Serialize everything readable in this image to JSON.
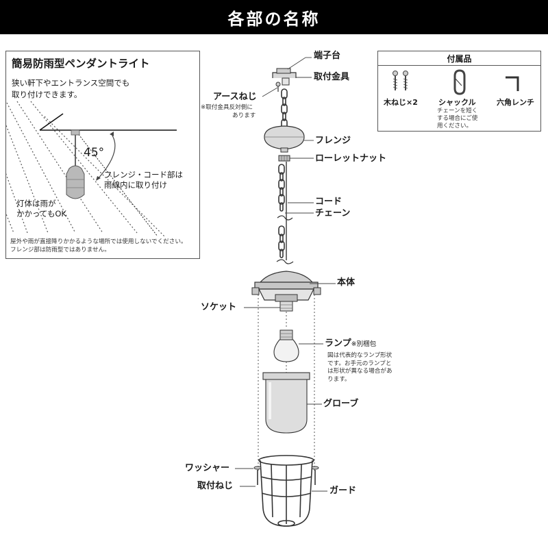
{
  "header": {
    "title": "各部の名称"
  },
  "info_panel": {
    "title": "簡易防雨型ペンダントライト",
    "description": [
      "狭い軒下やエントランス空間でも",
      "取り付けできます。"
    ],
    "angle": "45°",
    "flange_note": [
      "フレンジ・コード部は",
      "雨線内に取り付け"
    ],
    "body_note": [
      "灯体は雨が",
      "かかってもOK"
    ],
    "footnote": [
      "屋外や雨が直接降りかかるような場所では使用しないでください。",
      "フレンジ部は防雨型ではありません。"
    ]
  },
  "accessories": {
    "header": "付属品",
    "items": [
      {
        "label": "木ねじ×2",
        "icon": "wood-screw-icon"
      },
      {
        "label": "シャックル",
        "icon": "shackle-icon"
      },
      {
        "label": "六角レンチ",
        "icon": "hex-wrench-icon"
      }
    ],
    "shackle_note": [
      "チェーンを短く",
      "する場合にご使",
      "用ください。"
    ]
  },
  "parts": {
    "terminal_block": "端子台",
    "mounting_bracket": "取付金具",
    "earth_screw": "アースねじ",
    "earth_screw_note": [
      "※取付金具反対側に",
      "あります"
    ],
    "flange": "フレンジ",
    "knurled_nut": "ローレットナット",
    "cord": "コード",
    "chain": "チェーン",
    "body": "本体",
    "socket": "ソケット",
    "lamp": "ランプ",
    "lamp_sold_separately": "※別梱包",
    "lamp_note": [
      "図は代表的なランプ形状",
      "です。お手元のランプと",
      "は形状が異なる場合があ",
      "ります。"
    ],
    "globe": "グローブ",
    "washer": "ワッシャー",
    "mounting_screw": "取付ねじ",
    "guard": "ガード"
  }
}
